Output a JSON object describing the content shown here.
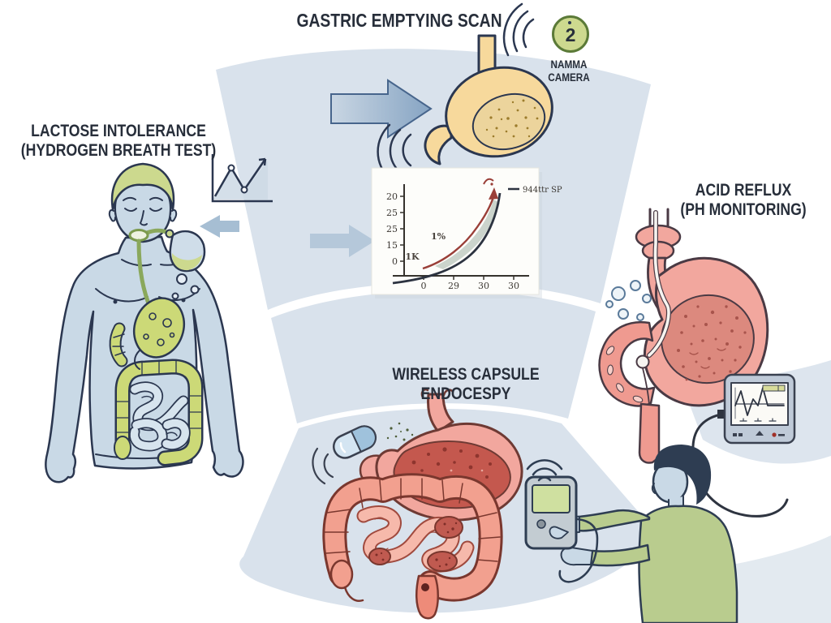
{
  "sections": {
    "gastric_emptying": {
      "title": "GASTRIC EMPTYING SCAN"
    },
    "gamma_camera": {
      "badge": "2",
      "label_line1": "NAMMA",
      "label_line2": "CAMERA"
    },
    "lactose": {
      "title_line1": "LACTOSE INTOLERANCE",
      "title_line2": "(HYDROGEN BREATH TEST)"
    },
    "acid_reflux": {
      "title_line1": "ACID REFLUX",
      "title_line2": "(PH MONITORING)"
    },
    "wireless_capsule": {
      "title_line1": "WIRELESS CAPSULE",
      "title_line2": "ENDOCESPY"
    }
  },
  "chart_data": {
    "type": "line",
    "title": "",
    "y_tick_labels": [
      "20",
      "25",
      "25",
      "15",
      "0"
    ],
    "x_tick_labels": [
      "0",
      "29",
      "30",
      "30"
    ],
    "curve_labels": {
      "upper": "1%",
      "lower": "1K"
    },
    "legend": {
      "label": "944ttr SP",
      "line_color": "#2c3340"
    },
    "series": [
      {
        "name": "944ttr SP",
        "color": "#2c3340",
        "shape": "exponential rising curve"
      },
      {
        "name": "red arrow curve",
        "color": "#9a3f38",
        "shape": "exponential rising curve with arrowhead"
      }
    ],
    "shaded_band_color": "#c5cfc6",
    "axis": {
      "grid": false,
      "frame": false
    }
  },
  "icons": [
    "trend-chart-icon",
    "arrow-left-icon",
    "arrow-right-icon",
    "signal-waves-icon",
    "wifi-icon",
    "capsule-icon",
    "monitor-icon",
    "receiver-icon",
    "badge-2-icon"
  ],
  "colors": {
    "background": "#ffffff",
    "band_blue": "#d9e2ec",
    "outline_navy": "#2b3750",
    "body_blue": "#c9d9e6",
    "organ_green": "#ccd977",
    "hair_green": "#ccd98e",
    "stomach_yellow": "#f7d99c",
    "stomach_pink": "#f2a79e",
    "intestine_salmon": "#f2a08f",
    "intestine_dark": "#7a372e",
    "capsule_blue": "#9fc2dc",
    "shirt_green": "#b9cc8e",
    "badge_green": "#cdd98f",
    "arrow_blue": "#9db8d0",
    "accent_red": "#9a3f38"
  }
}
